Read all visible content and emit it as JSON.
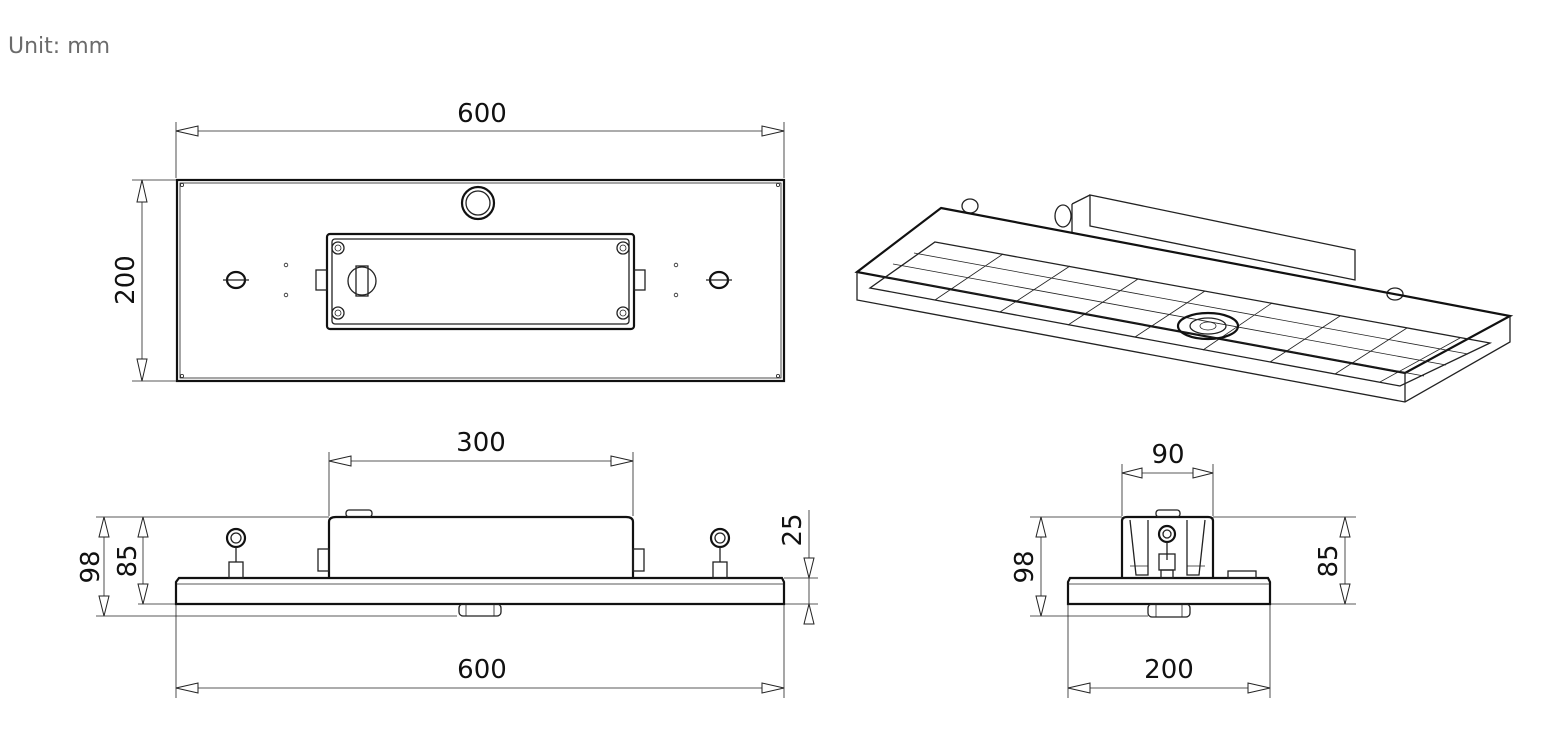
{
  "unit_label": "Unit: mm",
  "dimensions": {
    "top_width": "600",
    "top_height": "200",
    "box_width": "300",
    "side_total_height": "98",
    "side_body_height": "85",
    "side_box_height": "25",
    "bottom_width": "600",
    "end_box_width": "90",
    "end_total_height": "98",
    "end_body_height": "85",
    "end_width": "200"
  }
}
